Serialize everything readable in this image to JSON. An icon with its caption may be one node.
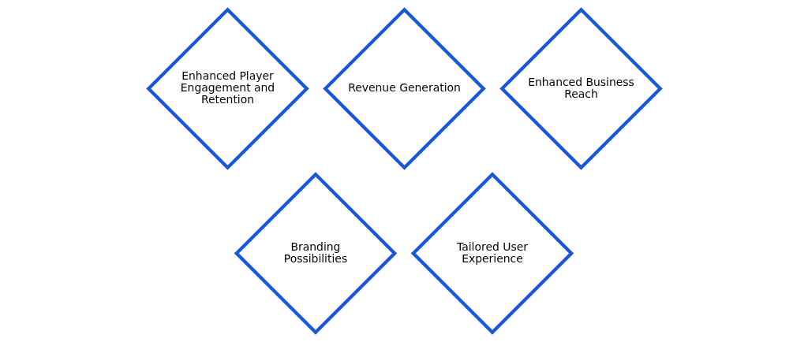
{
  "diagram": {
    "nodes": [
      {
        "text": [
          "Enhanced Player Engagement and Retention"
        ]
      },
      {
        "text": [
          "Revenue Generation"
        ]
      },
      {
        "text": [
          "Enhanced Business Reach"
        ]
      },
      {
        "text": [
          "Branding Possibilities"
        ]
      },
      {
        "text": [
          "Tailored User Experience"
        ]
      }
    ],
    "edges": []
  }
}
